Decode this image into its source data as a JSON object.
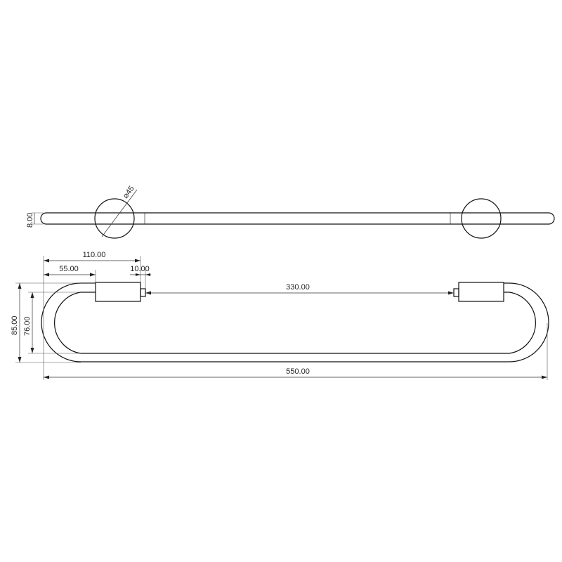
{
  "top_view": {
    "diameter_label": "⌀45",
    "thickness_label": "8.00"
  },
  "front_view": {
    "dim_110": "110.00",
    "dim_55": "55.00",
    "dim_10": "10.00",
    "dim_330": "330.00",
    "dim_550": "550.00",
    "dim_85": "85.00",
    "dim_76": "76.00"
  }
}
